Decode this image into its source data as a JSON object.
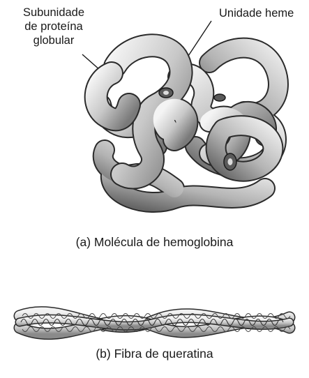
{
  "labels": {
    "subunit_line1": "Subunidade",
    "subunit_line2": "de proteína",
    "subunit_line3": "globular",
    "heme": "Unidade heme"
  },
  "captions": {
    "a": "(a) Molécula de hemoglobina",
    "b": "(b) Fibra de queratina"
  },
  "colors": {
    "tube_light": "#ececec",
    "tube_mid": "#bdbdbd",
    "tube_dark": "#6e6e6e",
    "outline": "#2a2a2a"
  }
}
